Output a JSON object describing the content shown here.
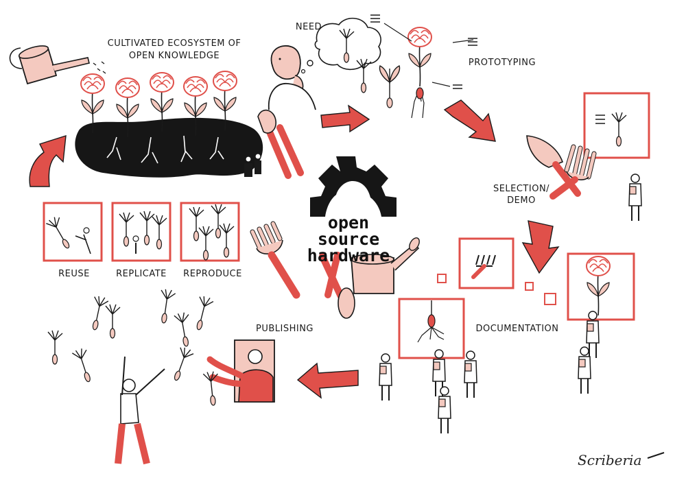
{
  "colors": {
    "accent": "#e0504a",
    "pale": "#f4c9bf",
    "ink": "#1a1a1a",
    "background": "#ffffff"
  },
  "labels": {
    "ecosystem_line1": "CULTIVATED ECOSYSTEM OF",
    "ecosystem_line2": "OPEN KNOWLEDGE",
    "need": "NEED",
    "prototyping": "PROTOTYPING",
    "selection_line1": "SELECTION/",
    "selection_line2": "DEMO",
    "documentation": "DOCUMENTATION",
    "publishing": "PUBLISHING",
    "reuse": "REUSE",
    "replicate": "REPLICATE",
    "reproduce": "REPRODUCE"
  },
  "center": {
    "line1": "open source",
    "line2": "hardware"
  },
  "signature": "Scriberia",
  "icons": [
    "watering-can-icon",
    "flower-icon",
    "soil-mound-icon",
    "pruning-shears-icon",
    "thought-bubble-icon",
    "open-source-gear-icon",
    "trowel-icon",
    "garden-fork-icon",
    "dandelion-seed-icon",
    "person-icon",
    "window-icon"
  ]
}
